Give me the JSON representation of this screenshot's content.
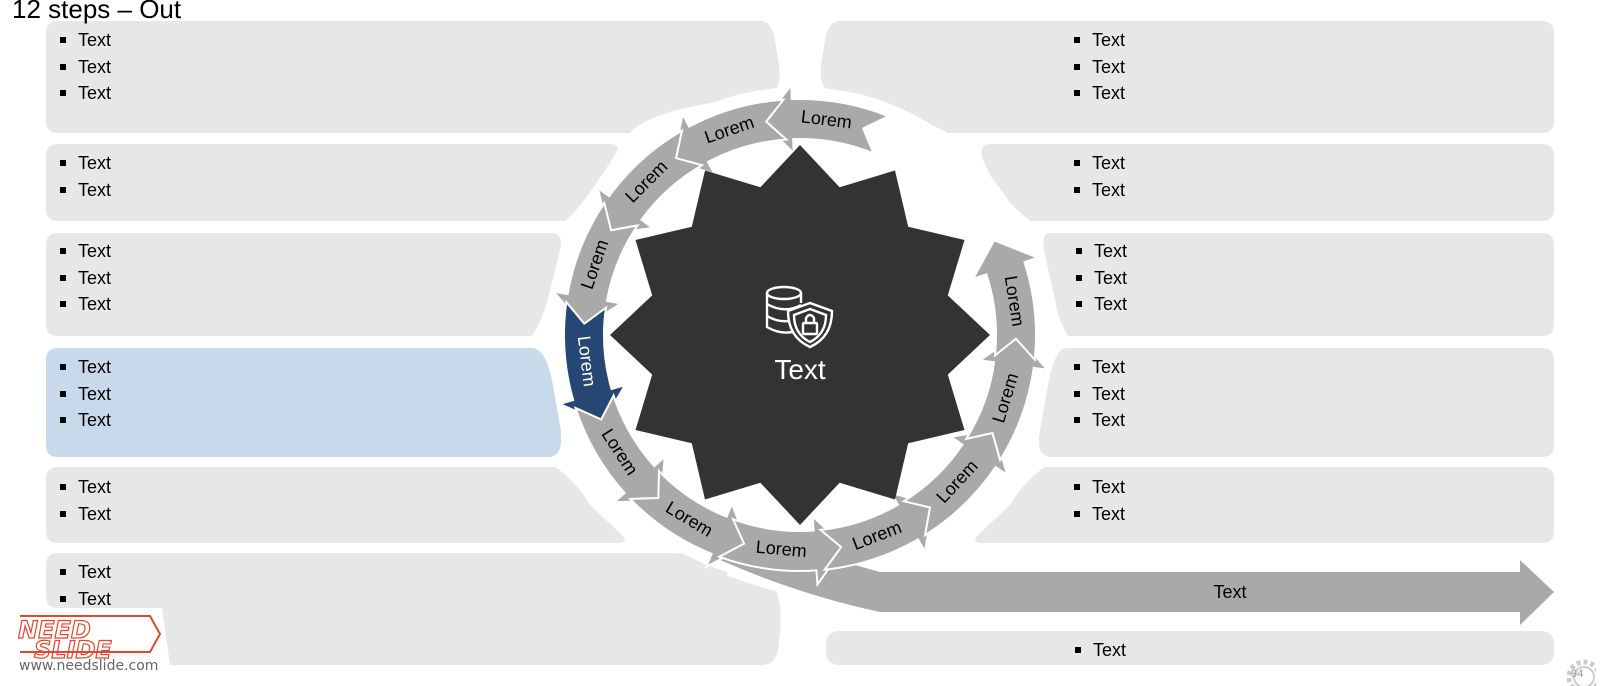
{
  "title": "12 steps – Out",
  "center": {
    "label": "Text",
    "icon": "database-shield-lock-icon"
  },
  "steps": [
    "Lorem",
    "Lorem",
    "Lorem",
    "Lorem",
    "Lorem",
    "Lorem",
    "Lorem",
    "Lorem",
    "Lorem",
    "Lorem",
    "Lorem",
    "Lorem"
  ],
  "highlight_step_index": 4,
  "out_arrow": {
    "label": "Text"
  },
  "left_panels": [
    {
      "items": [
        "Text",
        "Text",
        "Text"
      ]
    },
    {
      "items": [
        "Text",
        "Text"
      ]
    },
    {
      "items": [
        "Text",
        "Text",
        "Text"
      ]
    },
    {
      "items": [
        "Text",
        "Text",
        "Text"
      ],
      "highlighted": true
    },
    {
      "items": [
        "Text",
        "Text"
      ]
    },
    {
      "items": [
        "Text",
        "Text"
      ]
    }
  ],
  "right_panels": [
    {
      "items": [
        "Text",
        "Text",
        "Text"
      ]
    },
    {
      "items": [
        "Text",
        "Text"
      ]
    },
    {
      "items": [
        "Text",
        "Text",
        "Text"
      ]
    },
    {
      "items": [
        "Text",
        "Text",
        "Text"
      ]
    },
    {
      "items": [
        "Text",
        "Text"
      ]
    },
    {
      "items": [
        "Text"
      ]
    }
  ],
  "footer": {
    "website": "www.needslide.com",
    "logo_line1": "NEED",
    "logo_line2": "SLIDE",
    "page_number": "94"
  },
  "colors": {
    "panel": "#e7e7e7",
    "panel_highlight": "#c9d9ec",
    "arrow": "#a9a9a9",
    "arrow_highlight": "#264773",
    "center": "#333333"
  }
}
